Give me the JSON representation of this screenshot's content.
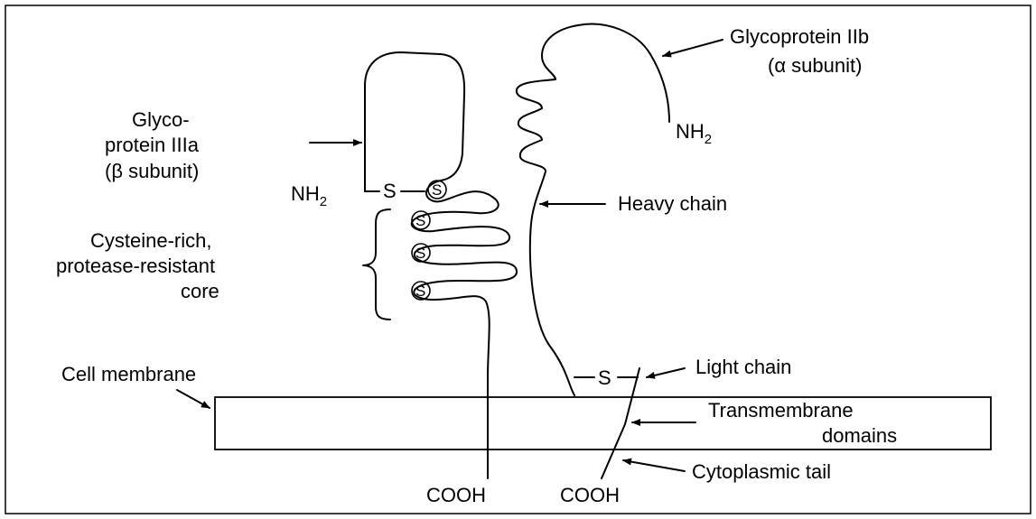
{
  "labels": {
    "glycoprotein_iib_line1": "Glycoprotein IIb",
    "glycoprotein_iib_line2": "(α subunit)",
    "nh2_right": "NH",
    "nh2_right_sub": "2",
    "glyco_iiia_line1": "Glyco-",
    "glyco_iiia_line2": "protein IIIa",
    "glyco_iiia_line3": "(β subunit)",
    "nh2_left": "NH",
    "nh2_left_sub": "2",
    "heavy_chain": "Heavy chain",
    "core_line1": "Cysteine-rich,",
    "core_line2": "protease-resistant",
    "core_line3": "core",
    "cell_membrane": "Cell membrane",
    "light_chain": "Light chain",
    "transmembrane_line1": "Transmembrane",
    "transmembrane_line2": "domains",
    "cytoplasmic_tail": "Cytoplasmic tail",
    "cooh_left": "COOH",
    "cooh_right": "COOH",
    "s_symbol": "S"
  }
}
